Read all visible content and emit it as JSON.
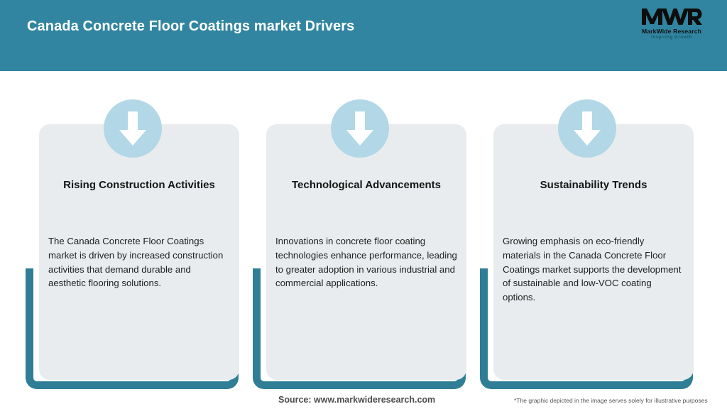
{
  "header": {
    "title": "Canada Concrete Floor Coatings market Drivers",
    "background_color": "#3185a0",
    "title_color": "#ffffff",
    "logo": {
      "mark_text": "MWR",
      "name": "MarkWide Research",
      "tagline": "Inspiring Growth",
      "icon": "mwr-logo-icon"
    }
  },
  "theme": {
    "accent_teal": "#2f7e96",
    "badge_blue": "#b2d7e7",
    "card_background": "#e8ecee",
    "arrow_color": "#ffffff",
    "body_text_color": "#212121"
  },
  "cards": [
    {
      "icon": "down-arrow-icon",
      "title": "Rising Construction Activities",
      "body": "The Canada Concrete Floor Coatings market is driven by increased construction activities that demand durable and aesthetic flooring solutions."
    },
    {
      "icon": "down-arrow-icon",
      "title": "Technological Advancements",
      "body": "Innovations in concrete floor coating technologies enhance performance, leading to greater adoption in various industrial and commercial applications."
    },
    {
      "icon": "down-arrow-icon",
      "title": "Sustainability Trends",
      "body": "Growing emphasis on eco-friendly materials in the Canada Concrete Floor Coatings market supports the development of sustainable and low-VOC coating options."
    }
  ],
  "footer": {
    "source": "Source: www.markwideresearch.com",
    "disclaimer": "*The graphic depicted in the image serves solely for illustrative purposes"
  }
}
